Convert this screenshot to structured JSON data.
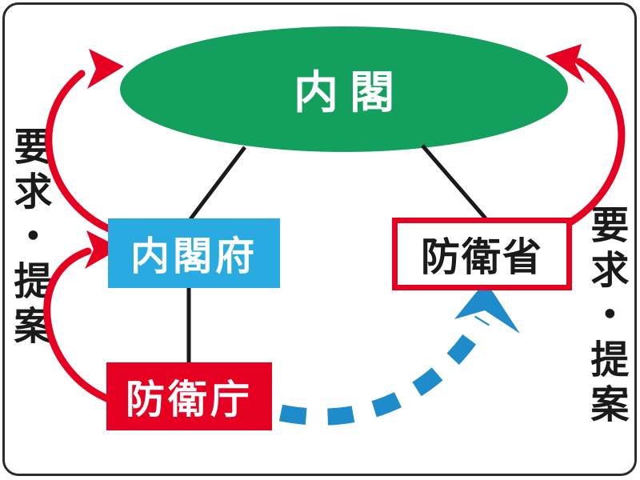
{
  "diagram": {
    "nodes": {
      "cabinet": {
        "label": "内閣",
        "shape": "ellipse",
        "fill": "#13a05f",
        "text_color": "#ffffff"
      },
      "cabinet_office": {
        "label": "内閣府",
        "shape": "rect",
        "fill": "#29abe2",
        "text_color": "#ffffff"
      },
      "defense_ministry": {
        "label": "防衛省",
        "shape": "rect-outline",
        "border_color": "#e60021",
        "fill": "#ffffff",
        "text_color": "#1a1a1a"
      },
      "defense_agency": {
        "label": "防衛庁",
        "shape": "rect",
        "fill": "#e60021",
        "text_color": "#ffffff"
      }
    },
    "side_labels": {
      "left": "要求・提案",
      "right": "要求・提案"
    },
    "connectors": [
      {
        "from": "cabinet",
        "to": "cabinet_office",
        "style": "solid-black-line"
      },
      {
        "from": "cabinet",
        "to": "defense_ministry",
        "style": "solid-black-line"
      },
      {
        "from": "cabinet_office",
        "to": "defense_agency",
        "style": "solid-black-line"
      }
    ],
    "arrows": [
      {
        "from": "cabinet_office",
        "to": "cabinet",
        "style": "curved-solid",
        "color": "#e60021",
        "meaning": "要求・提案"
      },
      {
        "from": "defense_agency",
        "to": "cabinet_office",
        "style": "curved-solid",
        "color": "#e60021",
        "meaning": "要求・提案"
      },
      {
        "from": "defense_ministry",
        "to": "cabinet",
        "style": "curved-solid",
        "color": "#e60021",
        "meaning": "要求・提案"
      },
      {
        "from": "defense_agency",
        "to": "defense_ministry",
        "style": "curved-dashed",
        "color": "#1e8cca"
      }
    ],
    "colors": {
      "green": "#13a05f",
      "blue_box": "#29abe2",
      "red": "#e60021",
      "blue_arrow": "#1e8cca",
      "line": "#1a1a1a",
      "border": "#2b2b2b",
      "background": "#ffffff"
    }
  }
}
